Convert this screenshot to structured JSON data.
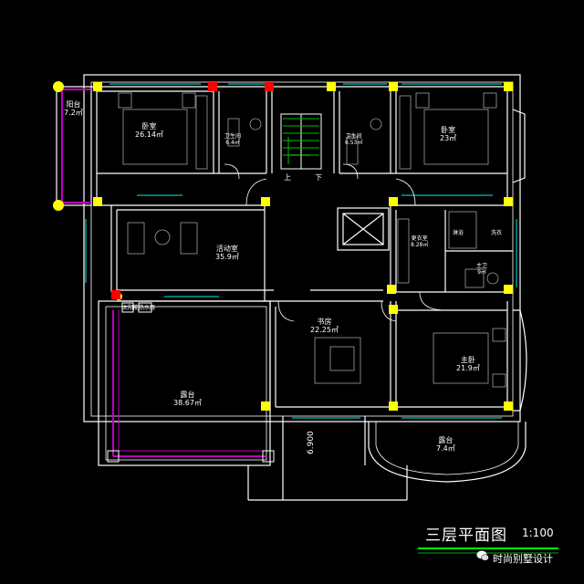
{
  "drawing": {
    "title": "三层平面图",
    "scale": "1:100",
    "brand": "时尚别墅设计",
    "elevation": "6.900",
    "stair": {
      "up": "上",
      "down": "下"
    }
  },
  "rooms": {
    "balcony_w": {
      "name": "阳台",
      "area": "7.2㎡"
    },
    "bedroom1": {
      "name": "卧室",
      "area": "26.14㎡"
    },
    "bath1": {
      "name": "卫生间",
      "area": "6.4㎡"
    },
    "bath2": {
      "name": "卫生间",
      "area": "6.53㎡"
    },
    "bedroom2": {
      "name": "卧室",
      "area": "23㎡"
    },
    "lounge": {
      "name": "活动室",
      "area": "35.9㎡"
    },
    "closet": {
      "name": "更衣室",
      "area": "8.28㎡"
    },
    "shower": "淋浴",
    "basin": "洗衣",
    "master_bath": {
      "name": "主卫",
      "area": "9㎡"
    },
    "study": {
      "name": "书房",
      "area": "22.25㎡"
    },
    "master_bed": {
      "name": "主卧",
      "area": "21.9㎡"
    },
    "terrace": {
      "name": "露台",
      "area": "38.67㎡"
    },
    "terrace_s": {
      "name": "露台",
      "area": "7.4㎡"
    },
    "equip1": "太阳能",
    "equip2": "热水器"
  },
  "colors": {
    "wall": "#ffffff",
    "column": "#ffff00",
    "red_column": "#ff0000",
    "rail": "#c000c0",
    "window": "#00c0c0",
    "furniture": "#a0a0a0",
    "stair": "#00c000",
    "underline": "#00ff00"
  }
}
